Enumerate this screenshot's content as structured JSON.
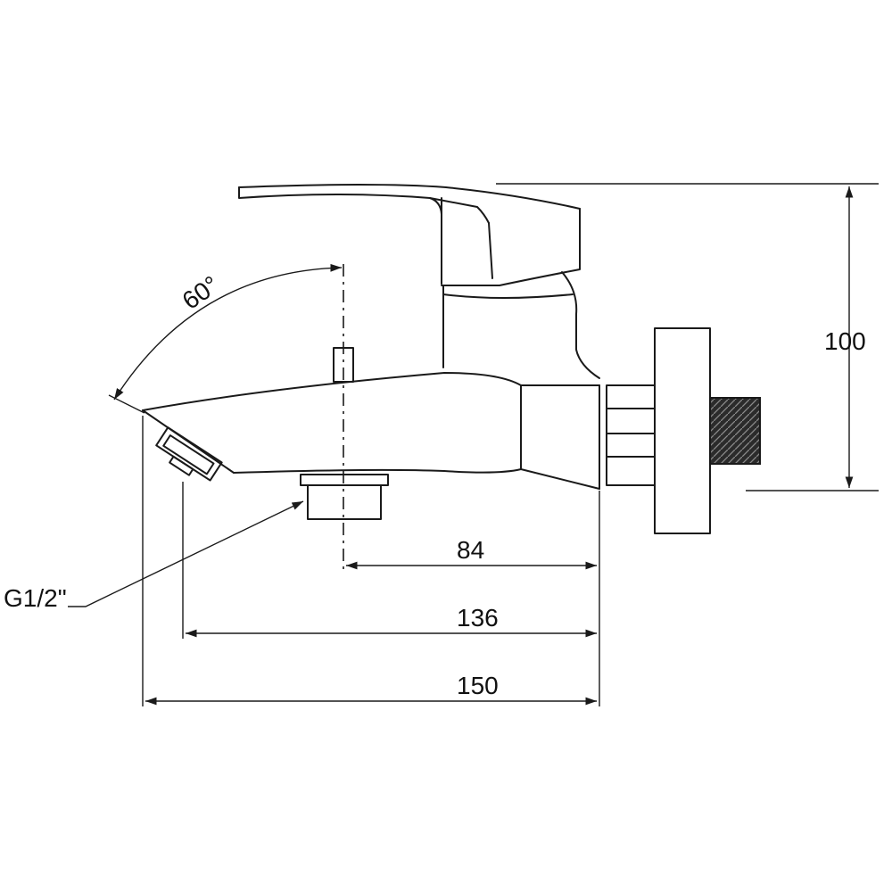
{
  "dimensions": {
    "angle": "60°",
    "height": "100",
    "outlet_to_wall": "84",
    "spout_to_wall": "136",
    "overall_length": "150"
  },
  "callouts": {
    "outlet_thread": "G1/2\""
  }
}
